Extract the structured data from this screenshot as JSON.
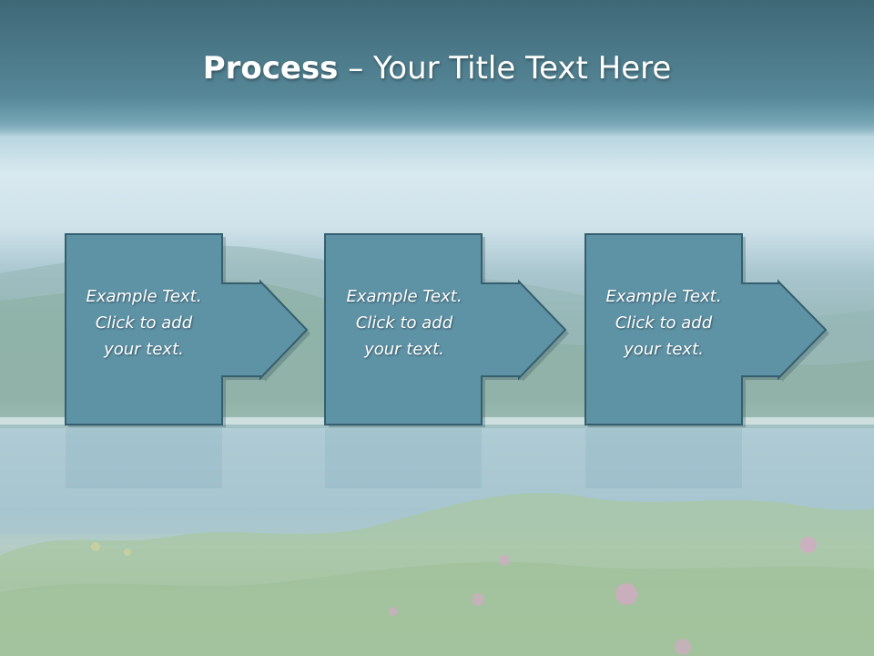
{
  "title": {
    "bold": "Process",
    "rest": " – Your Title Text Here"
  },
  "steps": [
    {
      "text": "Example Text.\nClick  to add\nyour text."
    },
    {
      "text": "Example Text.\nClick  to add\nyour text."
    },
    {
      "text": "Example Text.\nClick  to add\nyour text."
    }
  ],
  "colors": {
    "shape_fill": "#5e93a6",
    "shape_stroke": "#355f6e",
    "title_text": "#ffffff"
  }
}
